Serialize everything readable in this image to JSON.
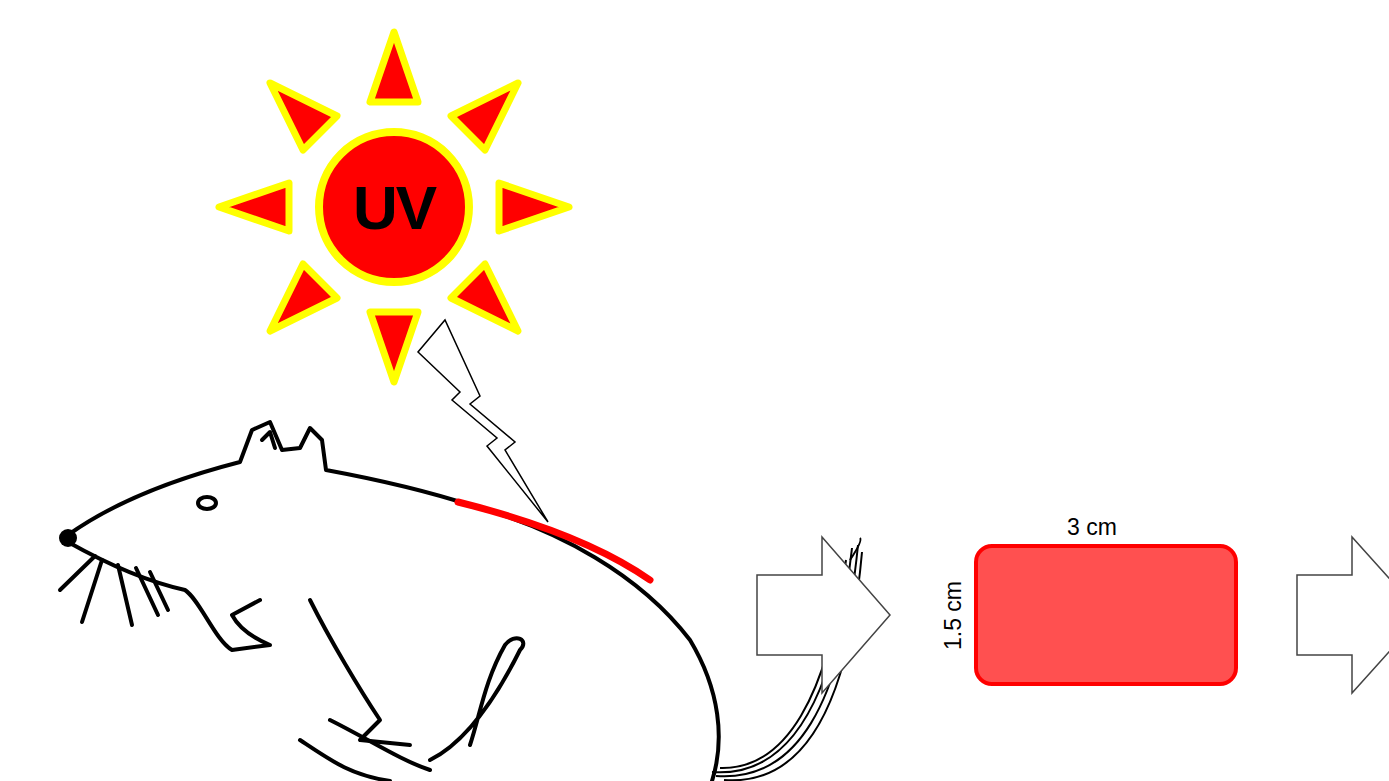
{
  "diagram": {
    "nodes": [
      {
        "text": [
          "UV"
        ]
      }
    ],
    "labels": [
      "3 cm",
      "1.5 cm"
    ]
  }
}
